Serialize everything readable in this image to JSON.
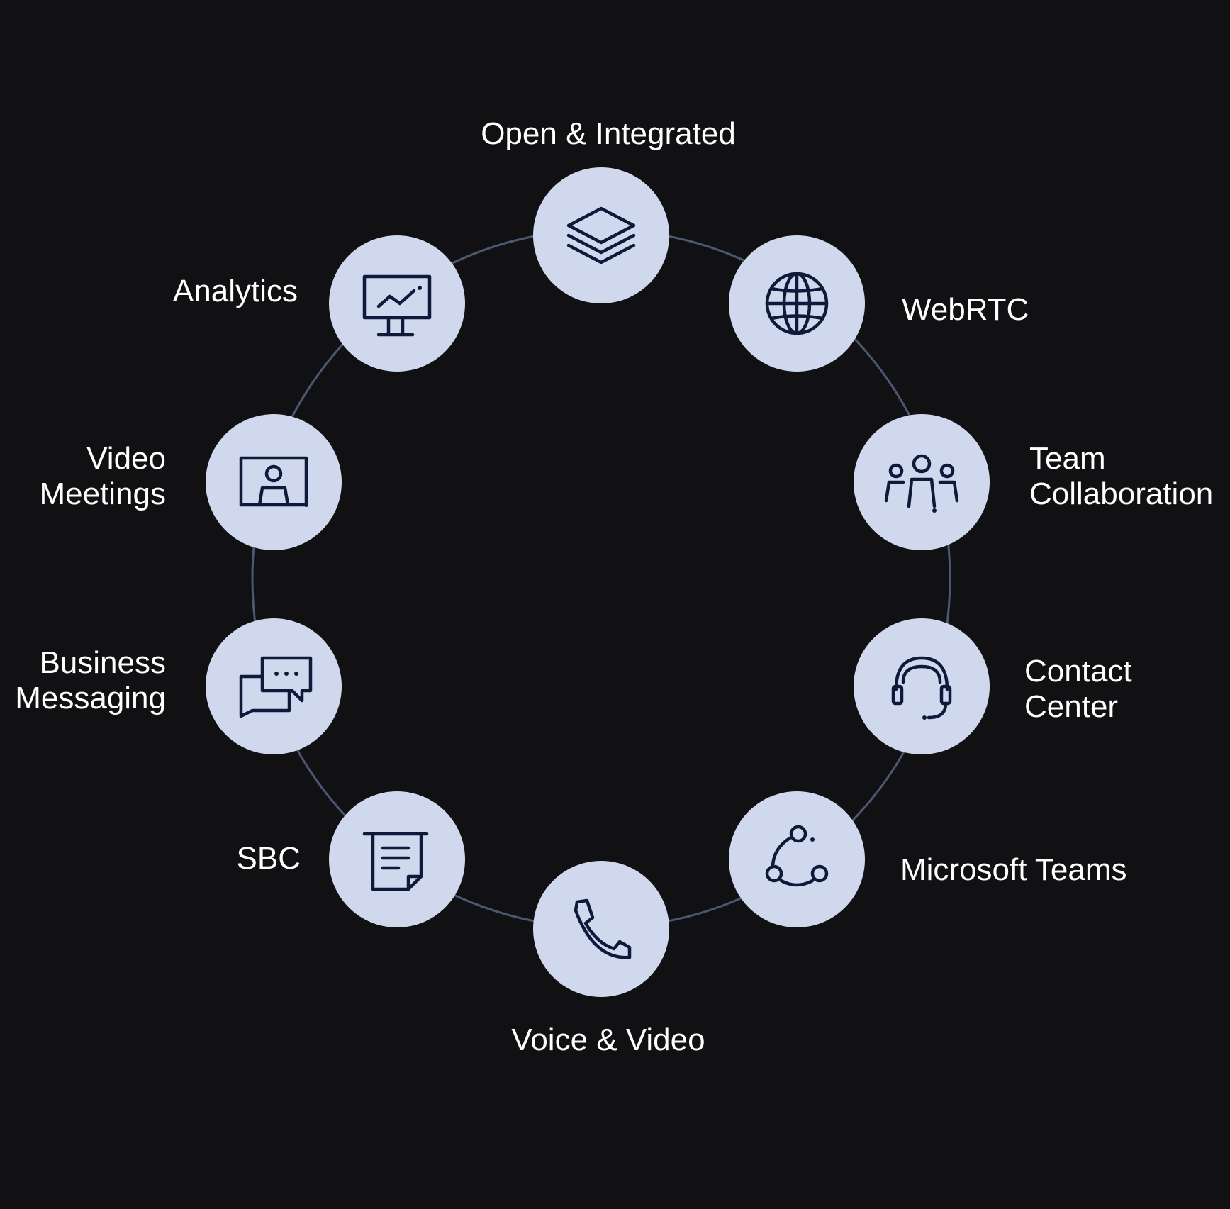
{
  "colors": {
    "background": "#111113",
    "node_fill": "#cfd8ec",
    "icon_stroke": "#0d1a3a",
    "ring_stroke": "#4c5872",
    "label_text": "#ffffff"
  },
  "nodes": [
    {
      "label": "Open & Integrated",
      "icon": "layers-icon"
    },
    {
      "label": "WebRTC",
      "icon": "globe-icon"
    },
    {
      "label": "Team\nCollaboration",
      "icon": "team-icon"
    },
    {
      "label": "Contact\nCenter",
      "icon": "headset-icon"
    },
    {
      "label": "Microsoft Teams",
      "icon": "network-icon"
    },
    {
      "label": "Voice & Video",
      "icon": "phone-icon"
    },
    {
      "label": "SBC",
      "icon": "document-icon"
    },
    {
      "label": "Business\nMessaging",
      "icon": "chat-bubbles-icon"
    },
    {
      "label": "Video\nMeetings",
      "icon": "video-meeting-icon"
    },
    {
      "label": "Analytics",
      "icon": "presentation-chart-icon"
    }
  ]
}
